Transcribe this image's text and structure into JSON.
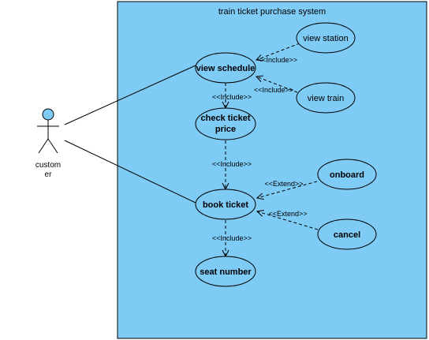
{
  "system": {
    "title": "train ticket purchase system",
    "fill": "#7ecbf5",
    "stroke": "#000000"
  },
  "actor": {
    "label_line1": "custom",
    "label_line2": "er",
    "head_fill": "#7ecbf5"
  },
  "use_cases": {
    "view_schedule": "view schedule",
    "view_station": "view station",
    "view_train": "view train",
    "check_price_line1": "check ticket",
    "check_price_line2": "price",
    "book_ticket": "book ticket",
    "onboard": "onboard",
    "cancel": "cancel",
    "seat_number": "seat number"
  },
  "use_case_fill": "#7ecbf5",
  "relationships": {
    "include": "<<Include>>",
    "extend": "<<Extend>>"
  }
}
